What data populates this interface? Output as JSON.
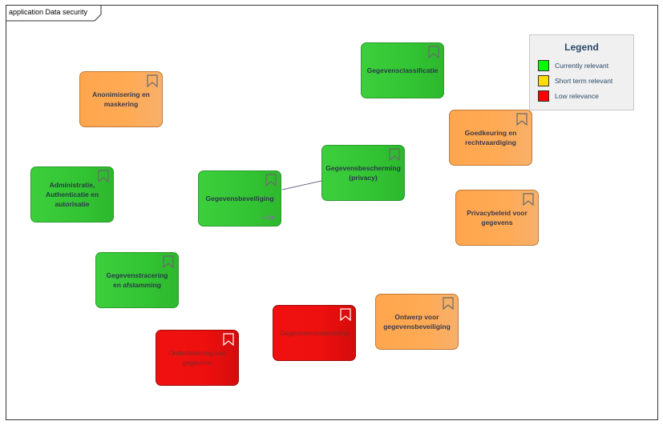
{
  "diagram": {
    "title": "application Data security"
  },
  "legend": {
    "title": "Legend",
    "items": [
      {
        "label": "Currently relevant",
        "color": "#00ff00"
      },
      {
        "label": "Short term relevant",
        "color": "#ffdd00"
      },
      {
        "label": "Low relevance",
        "color": "#ff0000"
      }
    ]
  },
  "colors": {
    "green": "#33c433",
    "orange": "#ffaa55",
    "red": "#ee0f0f"
  },
  "elements": [
    {
      "id": "gegevensclassificatie",
      "label": "Gegevensclassificatie",
      "relevance": "green"
    },
    {
      "id": "anonimisering",
      "label": "Anonimisering en maskering",
      "relevance": "orange"
    },
    {
      "id": "goedkeuring",
      "label": "Goedkeuring en rechtvaardiging",
      "relevance": "orange"
    },
    {
      "id": "gegevensbescherming",
      "label": "Gegevensbescherming (privacy)",
      "relevance": "green"
    },
    {
      "id": "administratie",
      "label": "Administratie, Authenticatie en autorisatie",
      "relevance": "green"
    },
    {
      "id": "gegevensbeveiliging",
      "label": "Gegevensbeveiliging",
      "relevance": "green"
    },
    {
      "id": "privacybeleid",
      "label": "Privacybeleid voor gegevens",
      "relevance": "orange"
    },
    {
      "id": "gegevenstracering",
      "label": "Gegevenstracering en afstamming",
      "relevance": "green"
    },
    {
      "id": "gegevensversleuteling",
      "label": "Gegevensversleuteling",
      "relevance": "red"
    },
    {
      "id": "ontwerp",
      "label": "Ontwerp voor gegevensbeveiliging",
      "relevance": "orange"
    },
    {
      "id": "ondertekening",
      "label": "Ondertekening van gegevens",
      "relevance": "red"
    }
  ]
}
